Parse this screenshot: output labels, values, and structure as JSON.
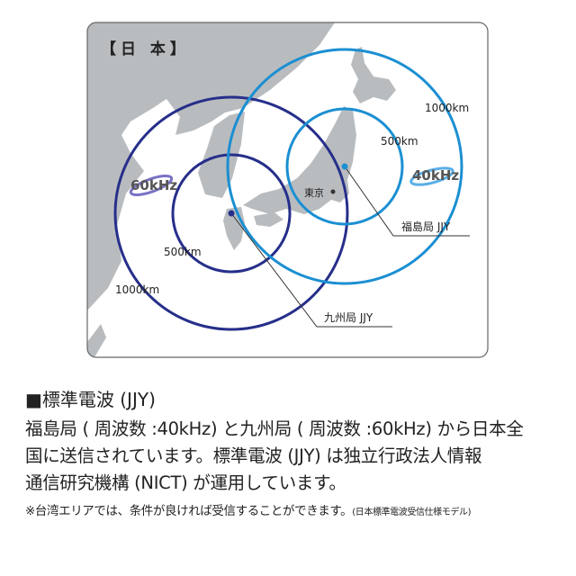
{
  "map": {
    "region_label": "【日 本】",
    "city": "東京",
    "stations": [
      {
        "name": "福島局 JJY",
        "freq": "40kHz",
        "color": "#1b8fd2"
      },
      {
        "name": "九州局 JJY",
        "freq": "60kHz",
        "color": "#262f8a"
      }
    ],
    "ranges": {
      "inner": "500km",
      "outer": "1000km"
    }
  },
  "text": {
    "heading": "■標準電波 (JJY)",
    "line1": "福島局 ( 周波数 :40kHz) と九州局 ( 周波数 :60kHz) から日本全",
    "line2": "国に送信されています。標準電波 (JJY) は独立行政法人情報",
    "line3": "通信研究機構 (NICT) が運用しています。",
    "note": "※台湾エリアでは、条件が良ければ受信することができます。",
    "note_small": "(日本標準電波受信仕様モデル)"
  }
}
